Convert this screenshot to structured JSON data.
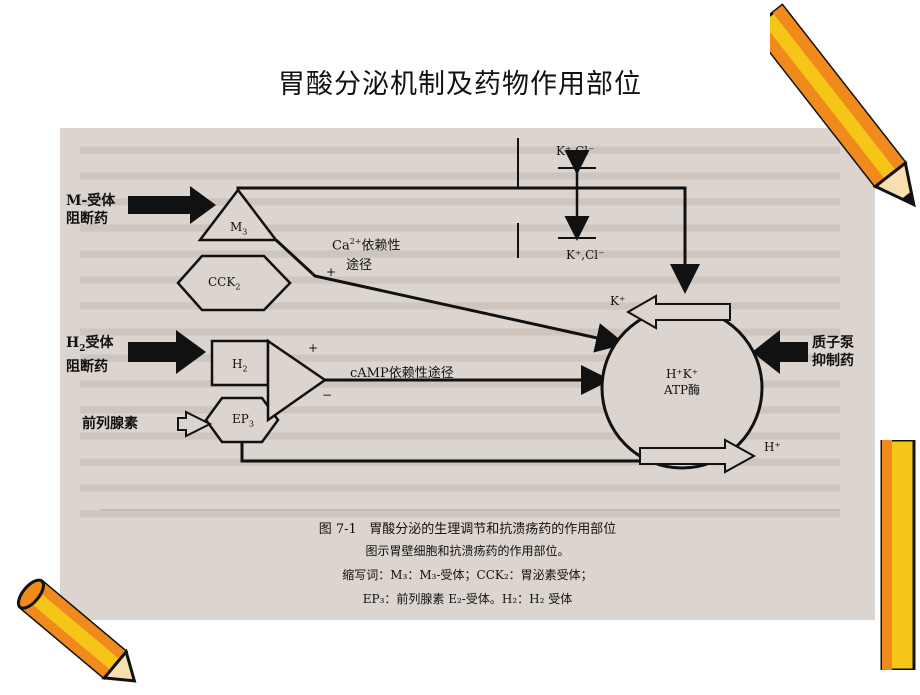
{
  "slide": {
    "title": "胃酸分泌机制及药物作用部位"
  },
  "diagram": {
    "receptors": {
      "m3": "M",
      "m3_sub": "3",
      "cck2": "CCK",
      "cck2_sub": "2",
      "h2": "H",
      "h2_sub": "2",
      "ep3": "EP",
      "ep3_sub": "3"
    },
    "drugs": {
      "m_blocker_line1": "M-受体",
      "m_blocker_line2": "阻断药",
      "h2_blocker_line1": "H",
      "h2_blocker_sup": "2",
      "h2_blocker_line1b": "受体",
      "h2_blocker_line2": "阻断药",
      "prostaglandin": "前列腺素",
      "ppi_line1": "质子泵",
      "ppi_line2": "抑制药"
    },
    "pathways": {
      "ca_prefix": "Ca",
      "ca_sup": "2+",
      "ca_suffix": "依赖性",
      "ca_line2": "途径",
      "camp": "cAMP依赖性途径"
    },
    "signs": {
      "plus": "+",
      "minus": "−"
    },
    "ions": {
      "kcl_top": "K⁺,Cl⁻",
      "kcl_bottom": "K⁺,Cl⁻",
      "k_in": "K⁺",
      "h_out": "H⁺"
    },
    "pump": {
      "line1": "H⁺K⁺",
      "line2": "ATP酶"
    },
    "caption": {
      "figure_no": "图 7-1",
      "figure_title": "胃酸分泌的生理调节和抗溃疡药的作用部位",
      "line2": "图示胃壁细胞和抗溃疡药的作用部位。",
      "line3": "缩写词：M₃：M₃-受体；CCK₂：胃泌素受体；",
      "line4": "EP₃：前列腺素 E₂-受体。H₂：H₂ 受体"
    }
  },
  "colors": {
    "scan_bg": "#dcd5cf",
    "ink": "#111111",
    "pencil_yellow": "#f5c518",
    "pencil_orange": "#f08a1c"
  }
}
